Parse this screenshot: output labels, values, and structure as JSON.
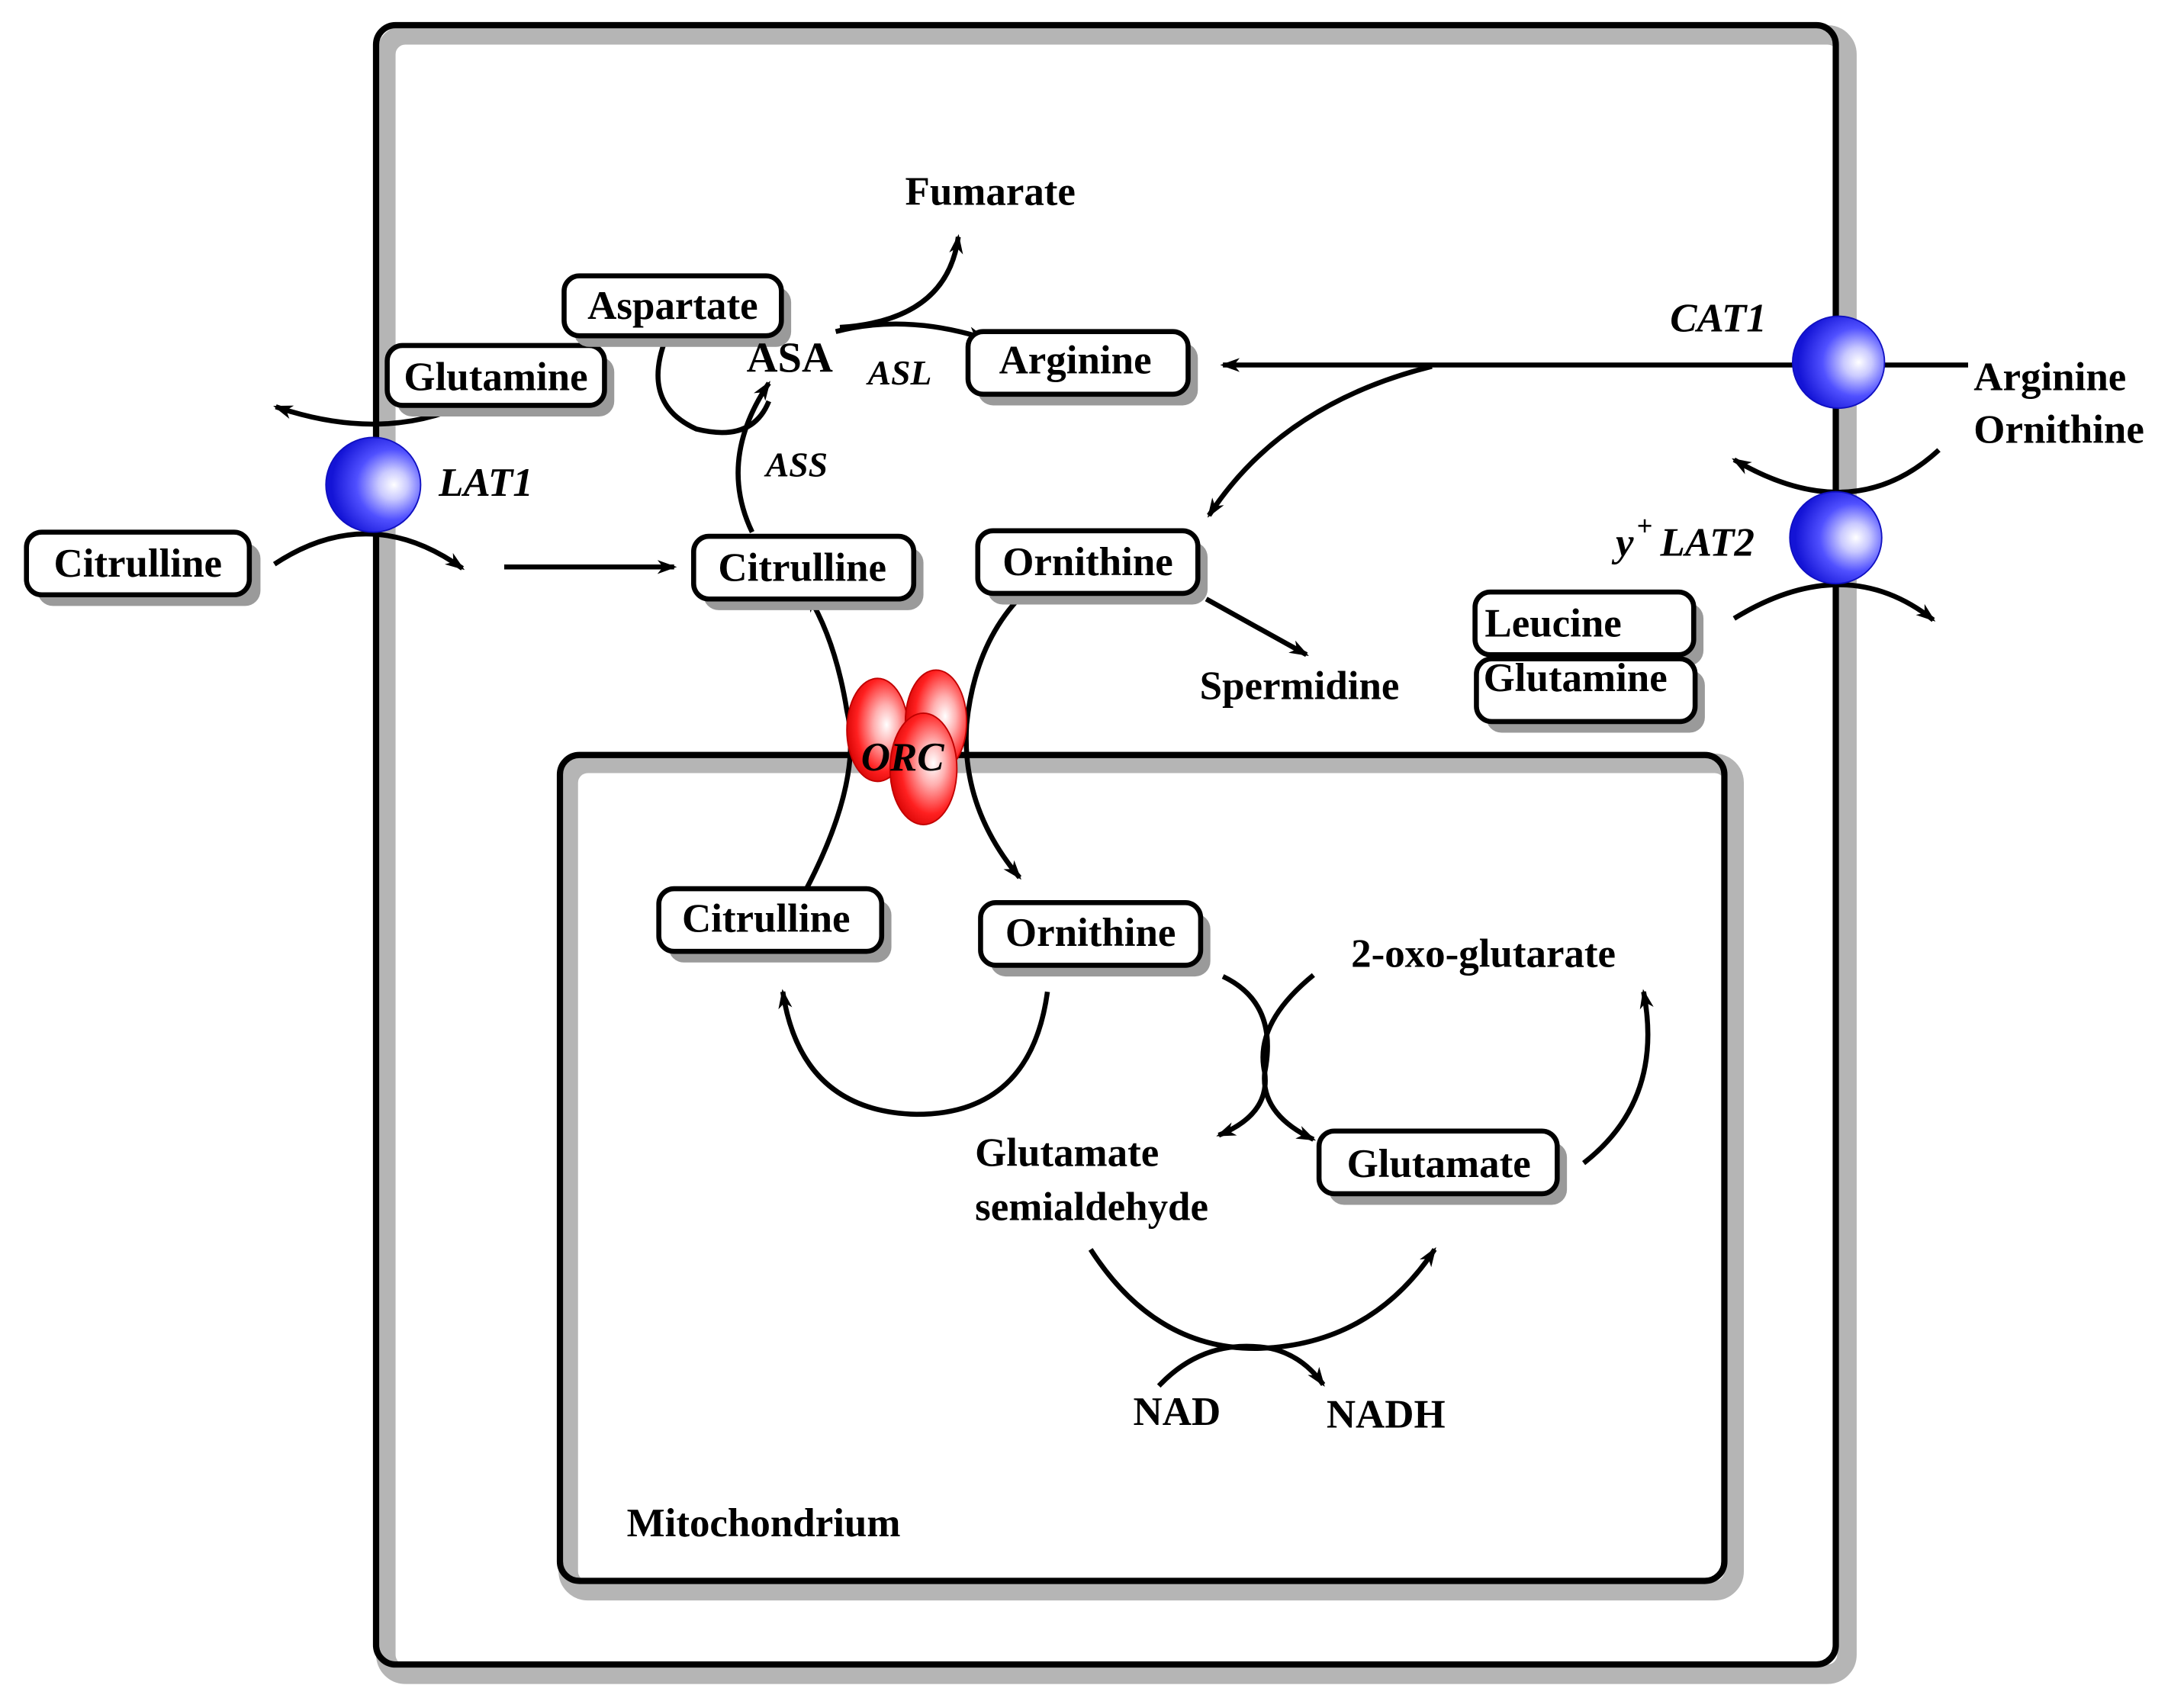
{
  "compartments": {
    "mitochondrion_label": "Mitochondrium"
  },
  "transporters": {
    "lat1": "LAT1",
    "cat1": "CAT1",
    "ylat2_sup": "+",
    "ylat2_main": "y",
    "ylat2_rest": "LAT2",
    "orc": "ORC"
  },
  "metabolites": {
    "citrulline_outside": "Citrulline",
    "glutamine_lat1": "Glutamine",
    "aspartate": "Aspartate",
    "asa": "ASA",
    "fumarate": "Fumarate",
    "arginine_cytosol": "Arginine",
    "citrulline_cytosol": "Citrulline",
    "ornithine_cytosol": "Ornithine",
    "spermidine": "Spermidine",
    "leucine": "Leucine",
    "glutamine_ylat2": "Glutamine",
    "arginine_outside": "Arginine",
    "ornithine_outside": "Ornithine",
    "citrulline_mito": "Citrulline",
    "ornithine_mito": "Ornithine",
    "oxoglutarate": "2-oxo-glutarate",
    "glutamate_semialdehyde_1": "Glutamate",
    "glutamate_semialdehyde_2": "semialdehyde",
    "glutamate": "Glutamate",
    "nad": "NAD",
    "nadh": "NADH"
  },
  "enzymes": {
    "ass": "ASS",
    "asl": "ASL"
  },
  "colors": {
    "transporter_blue": "#2b2bff",
    "orc_red": "#ff1010",
    "shadow_gray": "#9a9a9a"
  }
}
